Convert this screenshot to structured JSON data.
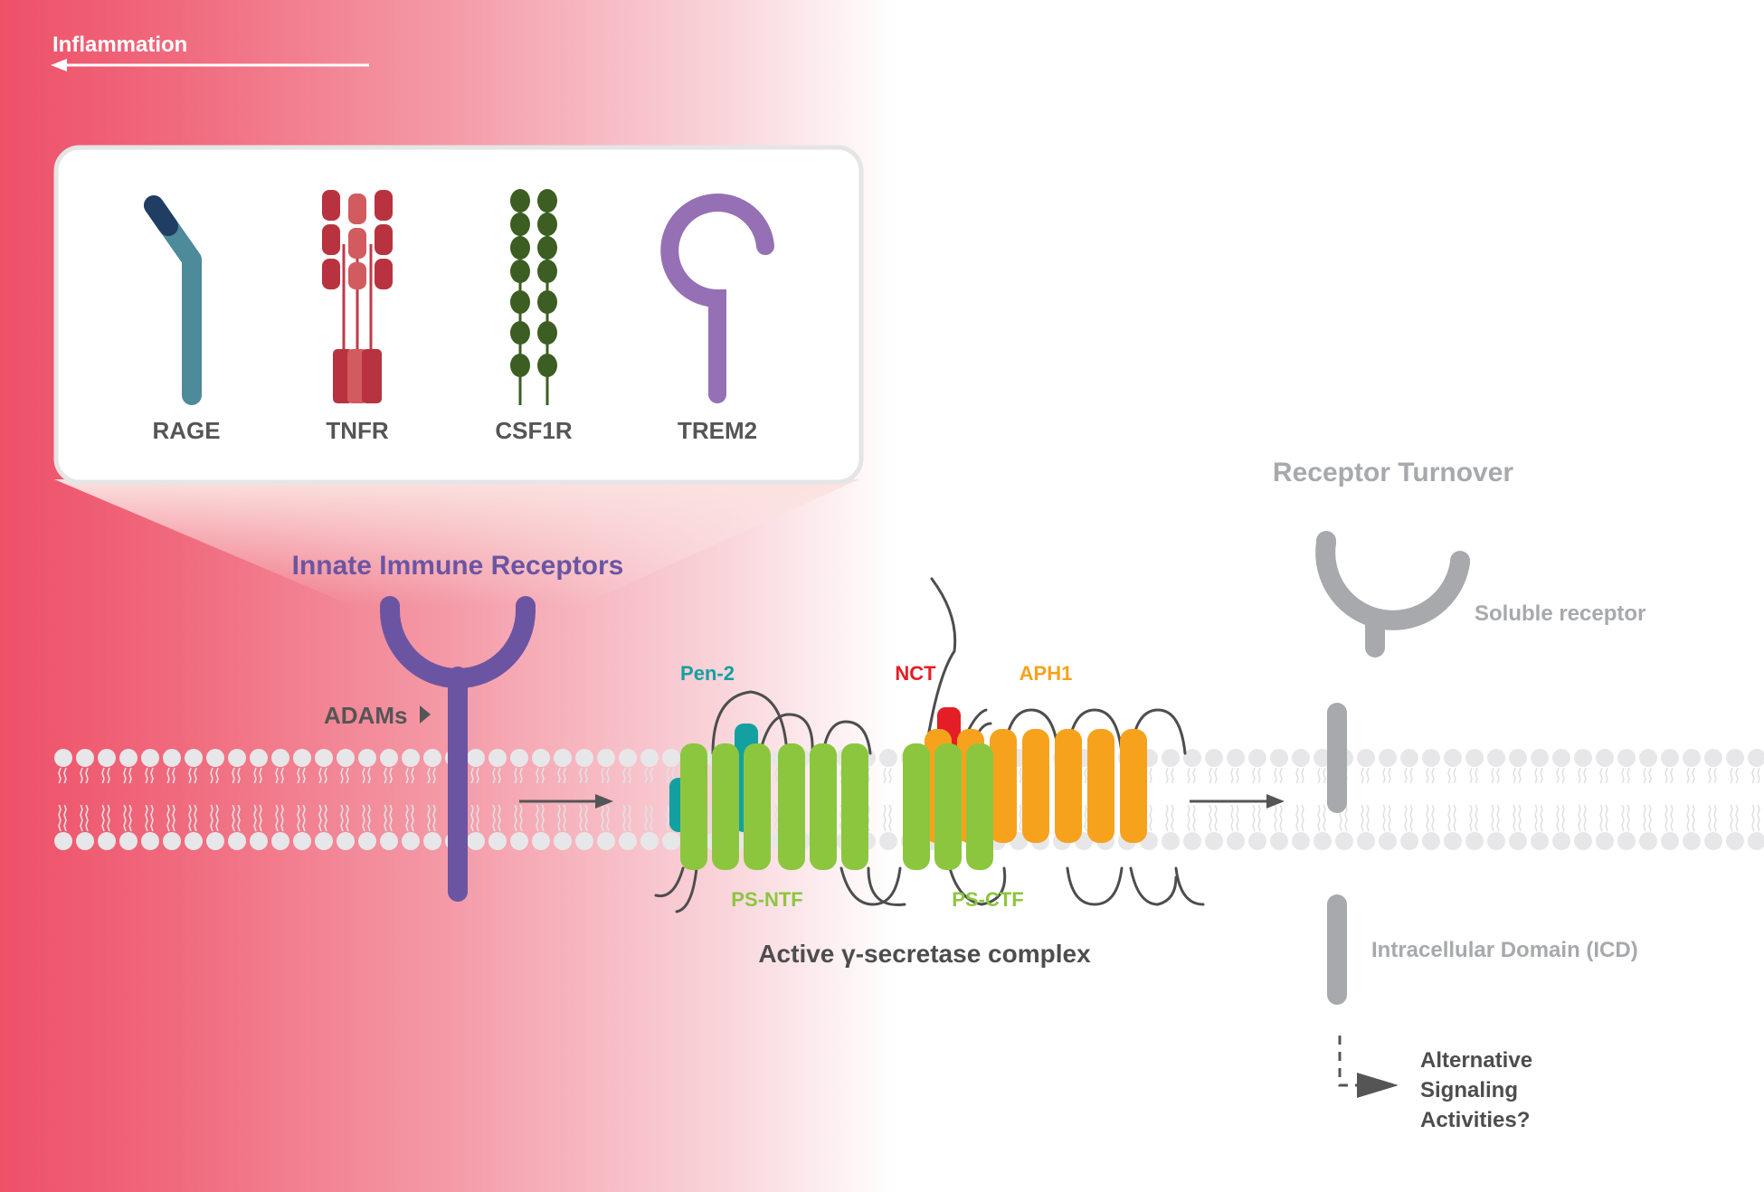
{
  "gradient_label": "Inflammation",
  "receptors_panel": {
    "items": [
      {
        "label": "RAGE",
        "color": "#4d8a9a"
      },
      {
        "label": "TNFR",
        "color": "#c03a47"
      },
      {
        "label": "CSF1R",
        "color": "#3c5e22"
      },
      {
        "label": "TREM2",
        "color": "#9670b4"
      }
    ]
  },
  "innate_receptors_title": "Innate Immune Receptors",
  "adams_label": "ADAMs",
  "secretase": {
    "pen2_label": "Pen-2",
    "nct_label": "NCT",
    "aph1_label": "APH1",
    "ps_ntf_label": "PS-NTF",
    "ps_ctf_label": "PS-CTF",
    "title": "Active γ-secretase complex"
  },
  "turnover": {
    "title": "Receptor Turnover",
    "soluble_label": "Soluble receptor",
    "icd_label": "Intracellular Domain (ICD)",
    "alt_line1": "Alternative",
    "alt_line2": "Signaling",
    "alt_line3": "Activities?"
  },
  "colors": {
    "inflammation": "#ee5068",
    "receptor": "#6b55a3",
    "ps_green": "#8cc63f",
    "pen2_teal": "#13a0a0",
    "nct_red": "#e41e26",
    "aph1_orange": "#f7a21c",
    "turnover_gray": "#a7a9ac"
  }
}
